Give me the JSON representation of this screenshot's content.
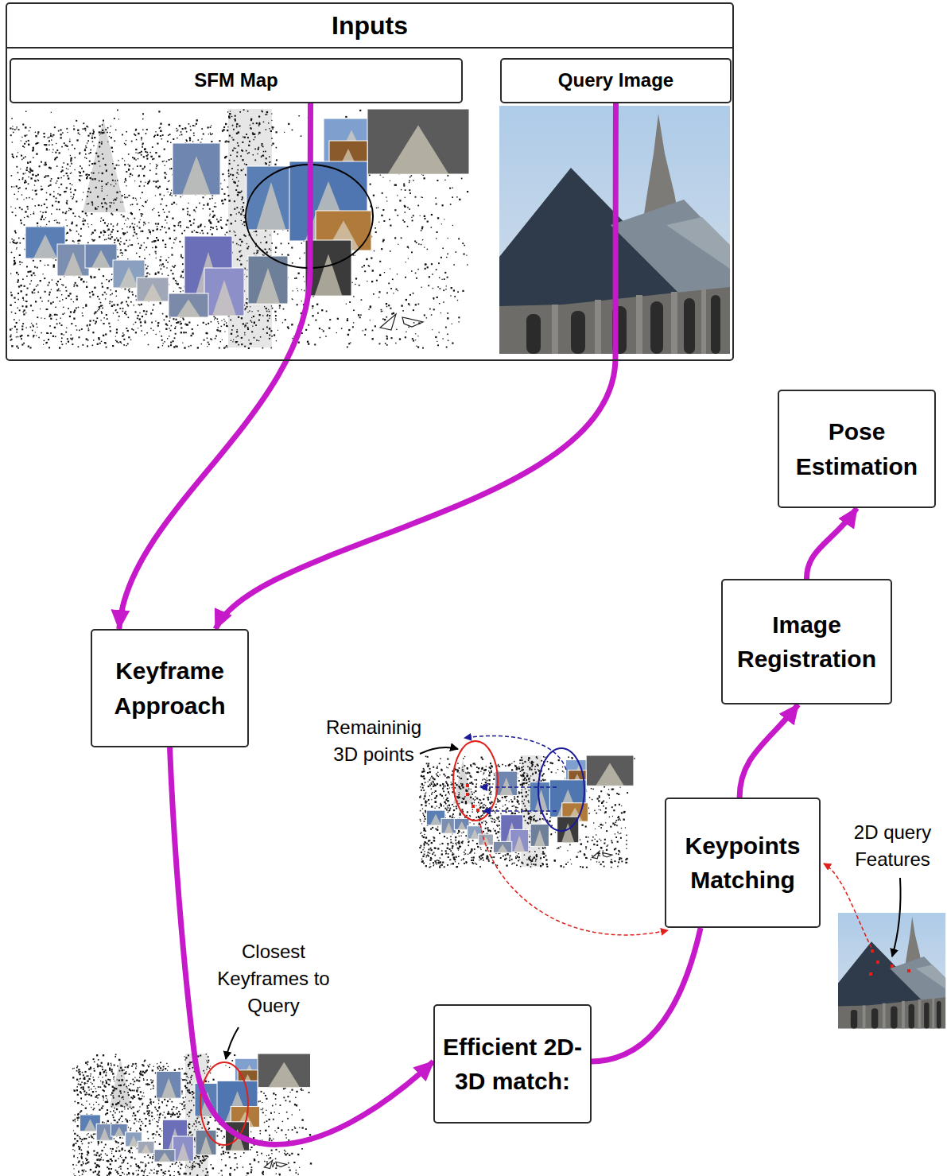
{
  "diagram": {
    "nodes": [
      {
        "text": [
          "Inputs"
        ]
      },
      {
        "text": [
          "SFM Map"
        ],
        "in": 0
      },
      {
        "text": [
          "Query Image"
        ],
        "in": 0
      },
      {
        "text": [
          "Keyframe Approach"
        ]
      },
      {
        "text": [
          "Efficient 2D-3D match:"
        ]
      },
      {
        "text": [
          "Keypoints Matching"
        ]
      },
      {
        "text": [
          "Image Registration"
        ]
      },
      {
        "text": [
          "Pose Estimation"
        ]
      }
    ],
    "edges": [
      {
        "from": 1,
        "to": 3,
        "arrow": "to"
      },
      {
        "from": 2,
        "to": 3,
        "arrow": "to"
      },
      {
        "from": 3,
        "to": 4,
        "arrow": "to"
      },
      {
        "from": 4,
        "to": 5,
        "arrow": "none"
      },
      {
        "from": 5,
        "to": 6,
        "arrow": "to"
      },
      {
        "from": 6,
        "to": 7,
        "arrow": "to"
      }
    ],
    "labels": [
      "Remaininig 3D points",
      "Closest Keyframes to Query",
      "2D query Features"
    ]
  }
}
